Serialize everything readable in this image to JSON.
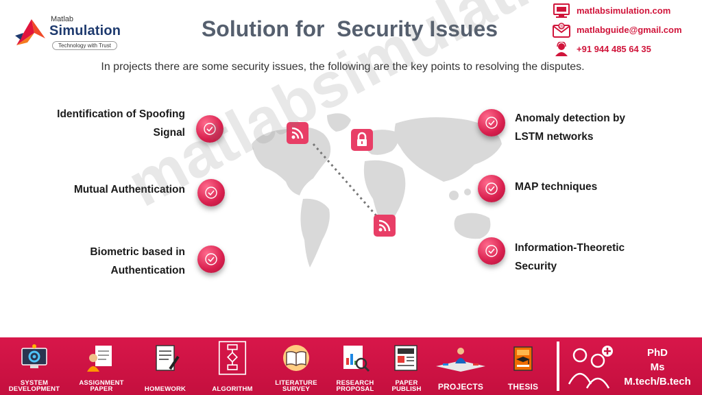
{
  "brand": {
    "small": "Matlab",
    "name": "Simulation",
    "tagline": "Technology with Trust",
    "logo_color": "#e0143c"
  },
  "title": "Solution for  Security Issues",
  "contact": {
    "website": "matlabsimulation.com",
    "email": "matlabguide@gmail.com",
    "phone": "+91 944 485 64 35"
  },
  "subtitle": "In projects there are some security issues, the following are the key points to resolving the disputes.",
  "points_left": [
    {
      "line1": "Identification of Spoofing",
      "line2": "Signal"
    },
    {
      "line1": "Mutual Authentication",
      "line2": ""
    },
    {
      "line1": "Biometric based in",
      "line2": "Authentication"
    }
  ],
  "points_right": [
    {
      "line1": "Anomaly detection by",
      "line2": "LSTM networks"
    },
    {
      "line1": "MAP techniques",
      "line2": ""
    },
    {
      "line1": "Information-Theoretic",
      "line2": "Security"
    }
  ],
  "map_icons": [
    "rss-icon",
    "lock-icon",
    "rss-icon"
  ],
  "watermark": "matlabsimulation.com",
  "bottom_nav": [
    {
      "label": "SYSTEM\nDEVELOPMENT",
      "icon": "monitor-gear-icon"
    },
    {
      "label": "ASSIGNMENT\nPAPER",
      "icon": "assignment-icon"
    },
    {
      "label": "HOMEWORK",
      "icon": "homework-icon"
    },
    {
      "label": "ALGORITHM",
      "icon": "flowchart-icon"
    },
    {
      "label": "LITERATURE\nSURVEY",
      "icon": "book-icon"
    },
    {
      "label": "RESEARCH\nPROPOSAL",
      "icon": "research-icon"
    },
    {
      "label": "PAPER\nPUBLISH",
      "icon": "publish-icon"
    },
    {
      "label": "PROJECTS",
      "icon": "projects-icon"
    },
    {
      "label": "THESIS",
      "icon": "thesis-icon"
    }
  ],
  "degrees": {
    "line1": "PhD",
    "line2": "Ms",
    "line3": "M.tech/B.tech"
  },
  "colors": {
    "accent": "#d8174a",
    "title": "#555f6e",
    "contact": "#d0143a"
  }
}
